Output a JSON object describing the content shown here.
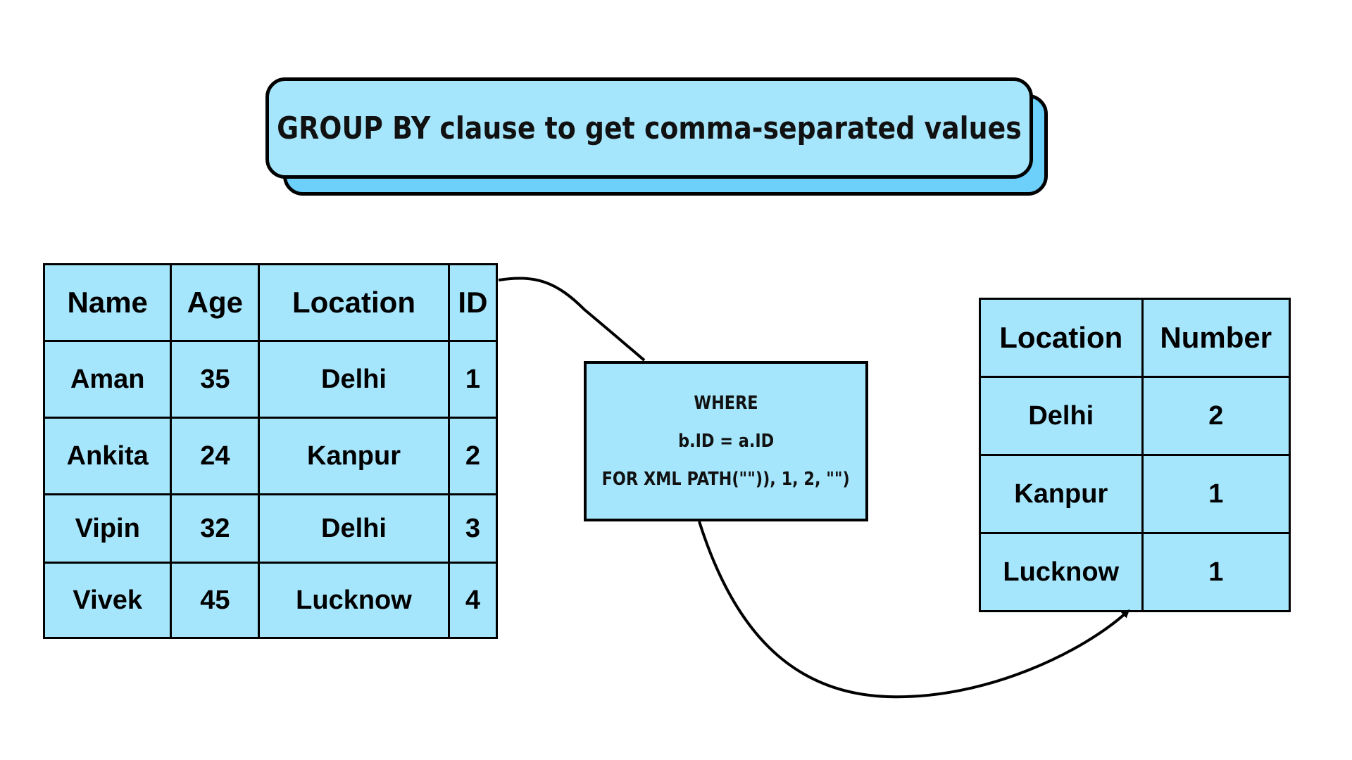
{
  "title": "GROUP BY clause to get comma-separated values",
  "source_table": {
    "headers": [
      "Name",
      "Age",
      "Location",
      "ID"
    ],
    "rows": [
      [
        "Aman",
        "35",
        "Delhi",
        "1"
      ],
      [
        "Ankita",
        "24",
        "Kanpur",
        "2"
      ],
      [
        "Vipin",
        "32",
        "Delhi",
        "3"
      ],
      [
        "Vivek",
        "45",
        "Lucknow",
        "4"
      ]
    ]
  },
  "query": {
    "lines": [
      "WHERE",
      "b.ID = a.ID",
      "FOR XML PATH(\"\")), 1, 2, \"\")"
    ]
  },
  "result_table": {
    "headers": [
      "Location",
      "Number"
    ],
    "rows": [
      [
        "Delhi",
        "2"
      ],
      [
        "Kanpur",
        "1"
      ],
      [
        "Lucknow",
        "1"
      ]
    ]
  },
  "colors": {
    "box_fill": "#a6e6fc",
    "shadow_fill": "#6cd0fb",
    "stroke": "#000000"
  }
}
